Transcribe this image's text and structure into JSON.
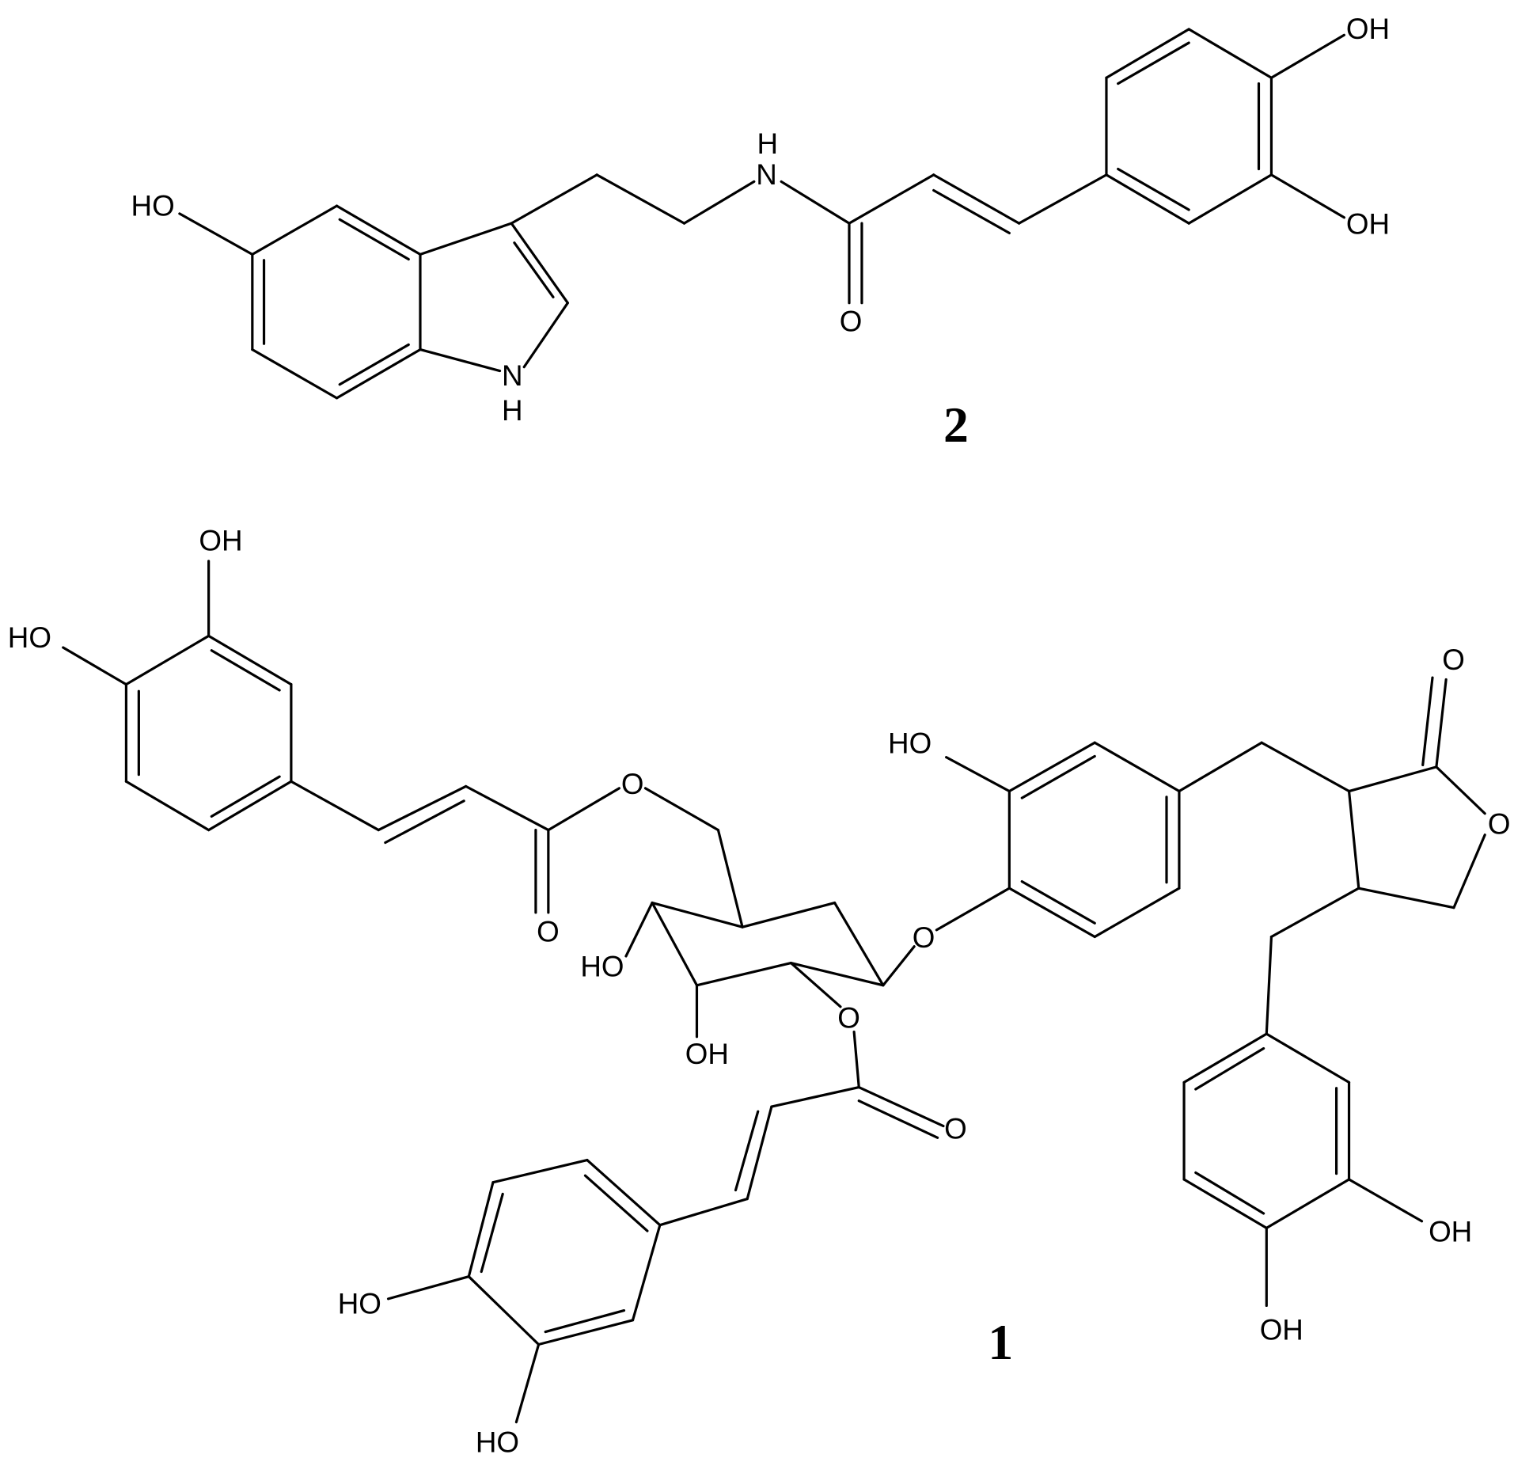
{
  "compound_2": {
    "label": "2",
    "atoms": {
      "ho_indole": "HO",
      "nh_indole_n": "N",
      "nh_indole_h": "H",
      "amide_n": "N",
      "amide_h": "H",
      "carbonyl_o": "O",
      "oh_top": "OH",
      "oh_bottom": "OH"
    }
  },
  "compound_1": {
    "label": "1",
    "atoms": {
      "oh_tl_top": "OH",
      "ho_tl_left": "HO",
      "ester_o_top": "O",
      "ester_carbonyl_o_top": "O",
      "ho_sugar_c4": "HO",
      "oh_sugar_c3": "OH",
      "glycoside_o": "O",
      "ester_o_c2": "O",
      "ester_carbonyl_o_bottom": "O",
      "ho_bottom_ring": "HO",
      "oh_bottom_ring": "HO",
      "ho_mid_ring": "HO",
      "lactone_carbonyl_o": "O",
      "lactone_ring_o": "O",
      "oh_br_right": "OH",
      "oh_br_bottom": "OH"
    }
  }
}
